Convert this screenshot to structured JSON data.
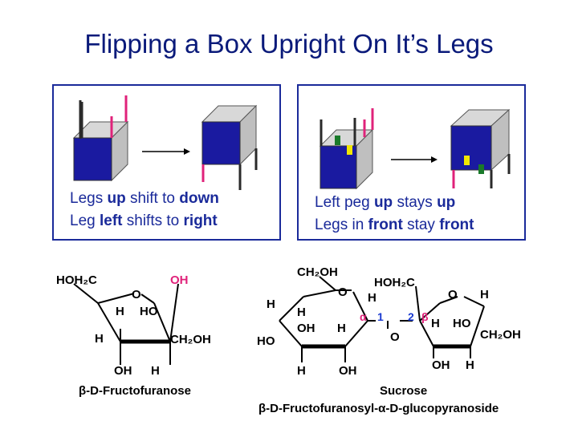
{
  "title": "Flipping a Box Upright On It’s Legs",
  "left_panel": {
    "line1": {
      "a": "Legs ",
      "b": "up",
      "c": " shift to ",
      "d": "down"
    },
    "line2": {
      "a": "Leg ",
      "b": "left",
      "c": " shifts to ",
      "d": "right"
    }
  },
  "right_panel": {
    "line1": {
      "a": "Left peg ",
      "b": "up",
      "c": " stays ",
      "d": "up"
    },
    "line2": {
      "a": "Legs in ",
      "b": "front",
      "c": " stay ",
      "d": "front"
    }
  },
  "fructofuranose": {
    "hoh2c": "HOH₂C",
    "oh_top": "OH",
    "ring_o": "O",
    "h_left": "H",
    "ho_inner": "HO",
    "h_far_left": "H",
    "ch2oh": "CH₂OH",
    "oh_bottom": "OH",
    "h_bottom": "H",
    "caption": "β-D-Fructofuranose"
  },
  "sucrose": {
    "ch2oh_top": "CH₂OH",
    "ring_o_left": "O",
    "h_a": "H",
    "h_b": "H",
    "h_c": "H",
    "oh_inner": "OH",
    "h_d": "H",
    "ho_left": "HO",
    "h_bottom": "H",
    "oh_bottom": "OH",
    "alpha": "α",
    "one": "1",
    "two": "2",
    "beta": "β",
    "link_o": "O",
    "hoh2c": "HOH₂C",
    "ring_o_right": "O",
    "h_top_right": "H",
    "h_r1": "H",
    "ho_r": "HO",
    "ch2oh_right": "CH₂OH",
    "oh_r_bottom": "OH",
    "h_r_bottom": "H",
    "name": "Sucrose",
    "full_name": "β-D-Fructofuranosyl-α-D-glucopyranoside"
  },
  "colors": {
    "title": "#0a1a7a",
    "caption": "#1a2a9a",
    "box_front": "#1a1aa0",
    "box_side": "#bfbfbf",
    "leg_pink": "#e0227a",
    "peg_green": "#1a7a2a",
    "peg_yellow": "#f2e600",
    "accent": "#e0227a"
  }
}
